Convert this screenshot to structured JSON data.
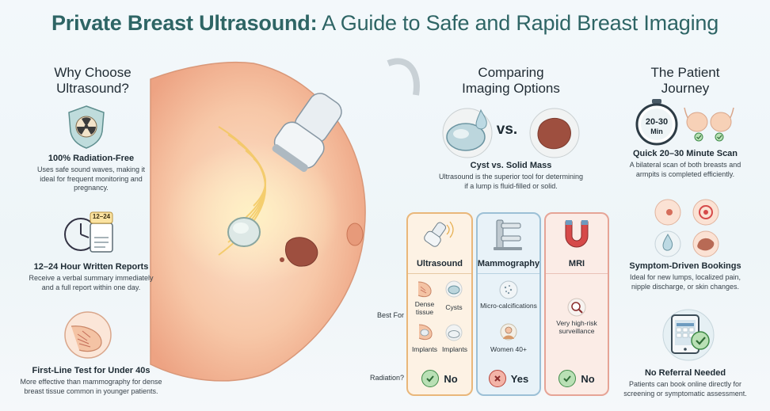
{
  "title": {
    "strong": "Private Breast Ultrasound:",
    "rest": " A Guide to Safe and Rapid Breast Imaging"
  },
  "left": {
    "heading_line1": "Why Choose",
    "heading_line2": "Ultrasound?",
    "items": [
      {
        "icon": "radiation-shield-icon",
        "title": "100% Radiation-Free",
        "desc": [
          "Uses safe sound waves, making it",
          "ideal for frequent monitoring and",
          "pregnancy."
        ]
      },
      {
        "icon": "clock-report-icon",
        "badge": "12–24",
        "title": "12–24 Hour Written Reports",
        "desc": [
          "Receive a verbal summary immediately",
          "and a full report within one day."
        ]
      },
      {
        "icon": "breast-tissue-icon",
        "title": "First-Line Test for Under 40s",
        "desc": [
          "More effective than mammography for dense",
          "breast tissue common in younger patients."
        ]
      }
    ]
  },
  "middle": {
    "heading_line1": "Comparing",
    "heading_line2": "Imaging Options",
    "vs_label": "vs.",
    "compare_title": "Cyst vs. Solid Mass",
    "compare_desc": [
      "Ultrasound is the superior tool for determining",
      "if a lump is fluid-filled or solid."
    ],
    "row_best_for": "Best For",
    "row_radiation": "Radiation?",
    "columns": [
      {
        "name": "Ultrasound",
        "best": [
          "Dense tissue",
          "Cysts",
          "Implants",
          "Implants"
        ],
        "radiation": "No",
        "ok": true,
        "border": "#e9b77a",
        "fill": "#fbe9d3"
      },
      {
        "name": "Mammography",
        "best": [
          "Micro-calcifications",
          "Women 40+"
        ],
        "radiation": "Yes",
        "ok": false,
        "border": "#9cc0d6",
        "fill": "#dcecf5"
      },
      {
        "name": "MRI",
        "best": [
          "Very high-risk surveillance"
        ],
        "radiation": "No",
        "ok": true,
        "border": "#e6a496",
        "fill": "#fae3dc"
      }
    ]
  },
  "right": {
    "heading_line1": "The Patient",
    "heading_line2": "Journey",
    "timer_top": "20-30",
    "timer_bottom": "Min",
    "items": [
      {
        "title": "Quick 20–30 Minute Scan",
        "desc": [
          "A bilateral scan of both breasts and",
          "armpits is completed efficiently."
        ]
      },
      {
        "title": "Symptom-Driven Bookings",
        "desc": [
          "Ideal for new lumps, localized pain,",
          "nipple discharge, or skin changes."
        ]
      },
      {
        "title": "No Referral Needed",
        "desc": [
          "Patients can book online directly for",
          "screening or symptomatic assessment."
        ]
      }
    ]
  },
  "colors": {
    "title": "#2e6565",
    "ok_green": "#3e8a47",
    "bad_red": "#b8443a",
    "skin": "#f4c3a4"
  }
}
